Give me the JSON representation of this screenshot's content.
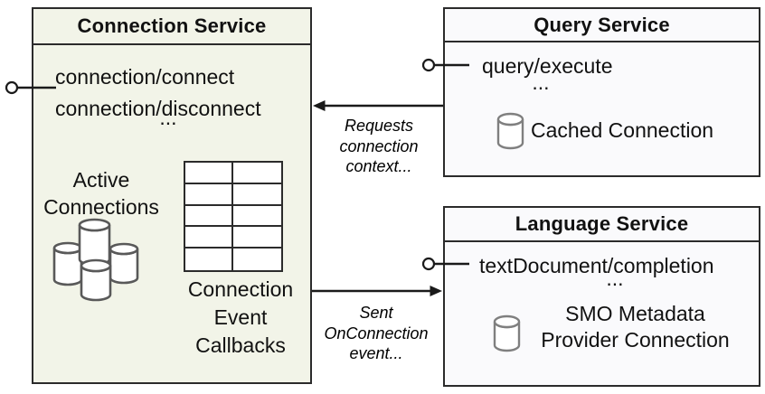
{
  "colors": {
    "connection_fill": "#f2f4e8",
    "service_fill": "#fafafc",
    "border": "#2b2b2b",
    "text": "#111111",
    "cluster_stroke": "#595959",
    "db_stroke": "#7f7f7f"
  },
  "connection_service": {
    "title": "Connection Service",
    "methods": [
      "connection/connect",
      "connection/disconnect"
    ],
    "ellipsis": "...",
    "active_connections_label": "Active Connections",
    "callbacks_label": "Connection Event Callbacks"
  },
  "query_service": {
    "title": "Query Service",
    "method": "query/execute",
    "ellipsis": "...",
    "resource_label": "Cached Connection"
  },
  "language_service": {
    "title": "Language Service",
    "method": "textDocument/completion",
    "ellipsis": "...",
    "resource_label": "SMO Metadata Provider Connection"
  },
  "annotations": {
    "requests": "Requests connection context...",
    "sent": "Sent OnConnection event..."
  }
}
